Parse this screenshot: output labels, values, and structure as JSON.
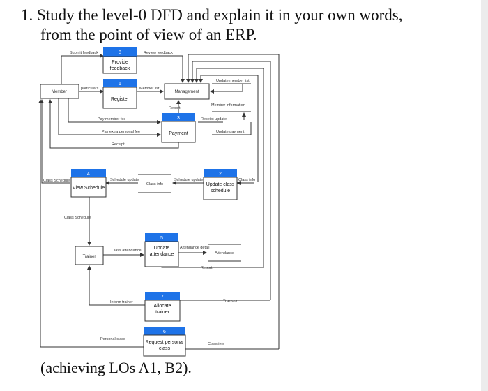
{
  "question": {
    "line1": "1. Study the level-0 DFD and explain it in your own words,",
    "line2": "from the point of view of an ERP.",
    "footer": "(achieving LOs A1, B2)."
  },
  "colors": {
    "process_header": "#1e73e8",
    "line": "#333333"
  },
  "processes": {
    "p1": {
      "id": "1",
      "name": "Register"
    },
    "p2": {
      "id": "2",
      "name1": "Update class",
      "name2": "schedule"
    },
    "p3": {
      "id": "3",
      "name": "Payment"
    },
    "p4": {
      "id": "4",
      "name": "View Schedule"
    },
    "p5": {
      "id": "5",
      "name1": "Update",
      "name2": "attendance"
    },
    "p6": {
      "id": "6",
      "name1": "Request personal",
      "name2": "class"
    },
    "p7": {
      "id": "7",
      "name1": "Allocate",
      "name2": "trainer"
    },
    "p8": {
      "id": "8",
      "name1": "Provide",
      "name2": "feedback"
    }
  },
  "entities": {
    "member": "Member",
    "management": "Management",
    "trainer": "Trainer"
  },
  "stores": {
    "class_info": "Class info",
    "attendance": "Attendance"
  },
  "flows": {
    "submit_feedback": "Submit feedback",
    "review_feedback": "Review feedback",
    "particulars": "particulars",
    "member_list": "Member list",
    "update_member_list": "Update member list",
    "member_information": "Member information",
    "report1": "Report",
    "pay_member_fee": "Pay member fee",
    "pay_extra_fee": "Pay extra personal fee",
    "receipt_update": "Receipt update",
    "update_payment": "Update payment",
    "receipt": "Receipt",
    "class_schedule_left": "Class Schedule",
    "schedule_update_left": "Schedule update",
    "schedule_update_right": "Schedule update",
    "class_info_right": "Class info",
    "class_schedule_down": "Class Schedule",
    "class_attendance": "Class attendance",
    "attendance_detail": "Attendance detail",
    "report2": "Report",
    "inform_trainer": "Inform trainer",
    "trainers": "Trainers",
    "personal_class": "Personal class",
    "class_info_bottom": "Class info"
  }
}
